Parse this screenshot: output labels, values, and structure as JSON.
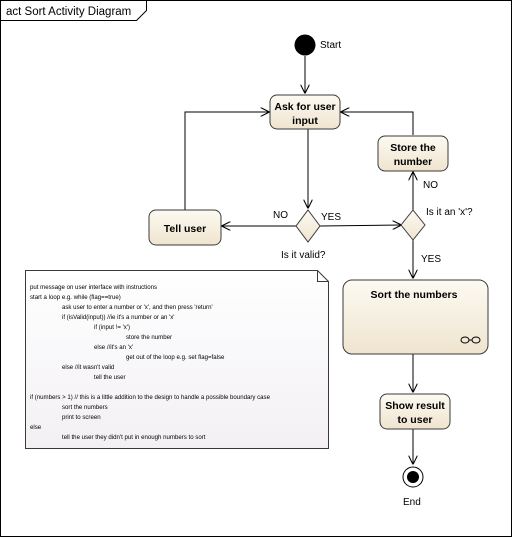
{
  "frame": {
    "title": "act Sort Activity Diagram"
  },
  "nodes": {
    "start_label": "Start",
    "end_label": "End",
    "ask": [
      "Ask for user",
      "input"
    ],
    "store": [
      "Store the",
      "number"
    ],
    "tell": [
      "Tell user"
    ],
    "sort": [
      "Sort the numbers"
    ],
    "show": [
      "Show result",
      "to user"
    ]
  },
  "labels": {
    "no_left": "NO",
    "yes_mid": "YES",
    "is_valid": "Is it valid?",
    "is_x": "Is it an 'x'?",
    "no_top": "NO",
    "yes_down": "YES"
  },
  "note": {
    "lines": [
      "put message on user interface with instructions",
      "start a loop e.g. while (flag==true)",
      "ask user to enter a number or 'x', and then press 'return'",
      "if (isValid(input)) //ie it's a number or an 'x'",
      "if (input != 'x')",
      "store the number",
      "else //it's an 'x'",
      "get out of the loop e.g. set flag=false",
      "else //it wasn't valid",
      "tell the user",
      "",
      "if (numbers > 1) // this is a little addition to the design to handle a possible boundary case",
      "sort the numbers",
      "print to screen",
      "else",
      "tell the user they didn't put in enough numbers to sort"
    ]
  }
}
